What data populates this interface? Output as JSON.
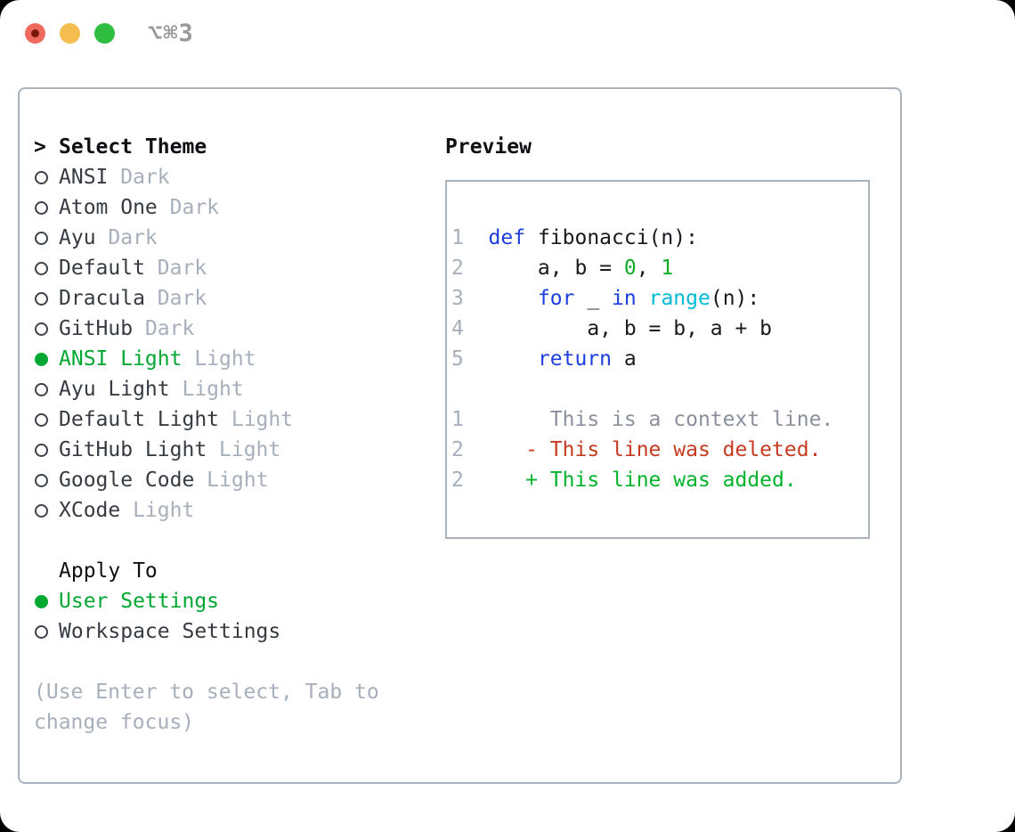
{
  "window": {
    "title": "⌥⌘3"
  },
  "select_theme": {
    "prompt": ">",
    "header": "Select Theme",
    "items": [
      {
        "name": "ANSI",
        "tag": "Dark",
        "selected": false
      },
      {
        "name": "Atom One",
        "tag": "Dark",
        "selected": false
      },
      {
        "name": "Ayu",
        "tag": "Dark",
        "selected": false
      },
      {
        "name": "Default",
        "tag": "Dark",
        "selected": false
      },
      {
        "name": "Dracula",
        "tag": "Dark",
        "selected": false
      },
      {
        "name": "GitHub",
        "tag": "Dark",
        "selected": false
      },
      {
        "name": "ANSI Light",
        "tag": "Light",
        "selected": true
      },
      {
        "name": "Ayu Light",
        "tag": "Light",
        "selected": false
      },
      {
        "name": "Default Light",
        "tag": "Light",
        "selected": false
      },
      {
        "name": "GitHub Light",
        "tag": "Light",
        "selected": false
      },
      {
        "name": "Google Code",
        "tag": "Light",
        "selected": false
      },
      {
        "name": "XCode",
        "tag": "Light",
        "selected": false
      }
    ]
  },
  "apply_to": {
    "header": "Apply To",
    "options": [
      {
        "name": "User Settings",
        "selected": true
      },
      {
        "name": "Workspace Settings",
        "selected": false
      }
    ]
  },
  "hint_lines": [
    "(Use Enter to select, Tab to",
    "change focus)"
  ],
  "preview": {
    "header": "Preview",
    "lines": [
      {
        "num": "1",
        "tokens": [
          {
            "t": "  ",
            "c": "code"
          },
          {
            "t": "def",
            "c": "kw"
          },
          {
            "t": " fibonacci(n):",
            "c": "code"
          }
        ]
      },
      {
        "num": "2",
        "tokens": [
          {
            "t": "      a, b = ",
            "c": "code"
          },
          {
            "t": "0",
            "c": "lit"
          },
          {
            "t": ", ",
            "c": "code"
          },
          {
            "t": "1",
            "c": "lit"
          }
        ]
      },
      {
        "num": "3",
        "tokens": [
          {
            "t": "      ",
            "c": "code"
          },
          {
            "t": "for",
            "c": "kw"
          },
          {
            "t": " _ ",
            "c": "code"
          },
          {
            "t": "in",
            "c": "kw"
          },
          {
            "t": " ",
            "c": "code"
          },
          {
            "t": "range",
            "c": "fn"
          },
          {
            "t": "(n):",
            "c": "code"
          }
        ]
      },
      {
        "num": "4",
        "tokens": [
          {
            "t": "          a, b = b, a + b",
            "c": "code"
          }
        ]
      },
      {
        "num": "5",
        "tokens": [
          {
            "t": "      ",
            "c": "code"
          },
          {
            "t": "return",
            "c": "kw"
          },
          {
            "t": " a",
            "c": "code"
          }
        ]
      },
      {
        "num": "",
        "tokens": []
      },
      {
        "num": "1",
        "tokens": [
          {
            "t": "       This is a context line.",
            "c": "ctx"
          }
        ]
      },
      {
        "num": "2",
        "tokens": [
          {
            "t": "     - This line was deleted.",
            "c": "del"
          }
        ]
      },
      {
        "num": "2",
        "tokens": [
          {
            "t": "     + This line was added.",
            "c": "add"
          }
        ]
      }
    ]
  },
  "colors": {
    "accent_green": "#00a832",
    "literal_green": "#0fab25",
    "added_green": "#00b32a",
    "keyword_blue": "#1c3ede",
    "function_cyan": "#00b9d6",
    "deleted_red": "#c53a20",
    "context_gray": "#8a919d",
    "line_number_gray": "#a7afbb",
    "muted_gray": "#a7afbb",
    "text_dark": "#363b42",
    "heading_black": "#0e1013",
    "code_black": "#17191c",
    "border_gray": "#a9b1bc",
    "title_gray": "#97999d",
    "traffic_red": "#ee6a5e",
    "traffic_red_dot": "#7c170e",
    "traffic_yellow": "#f5bd4e",
    "traffic_green": "#2ebd3f"
  }
}
